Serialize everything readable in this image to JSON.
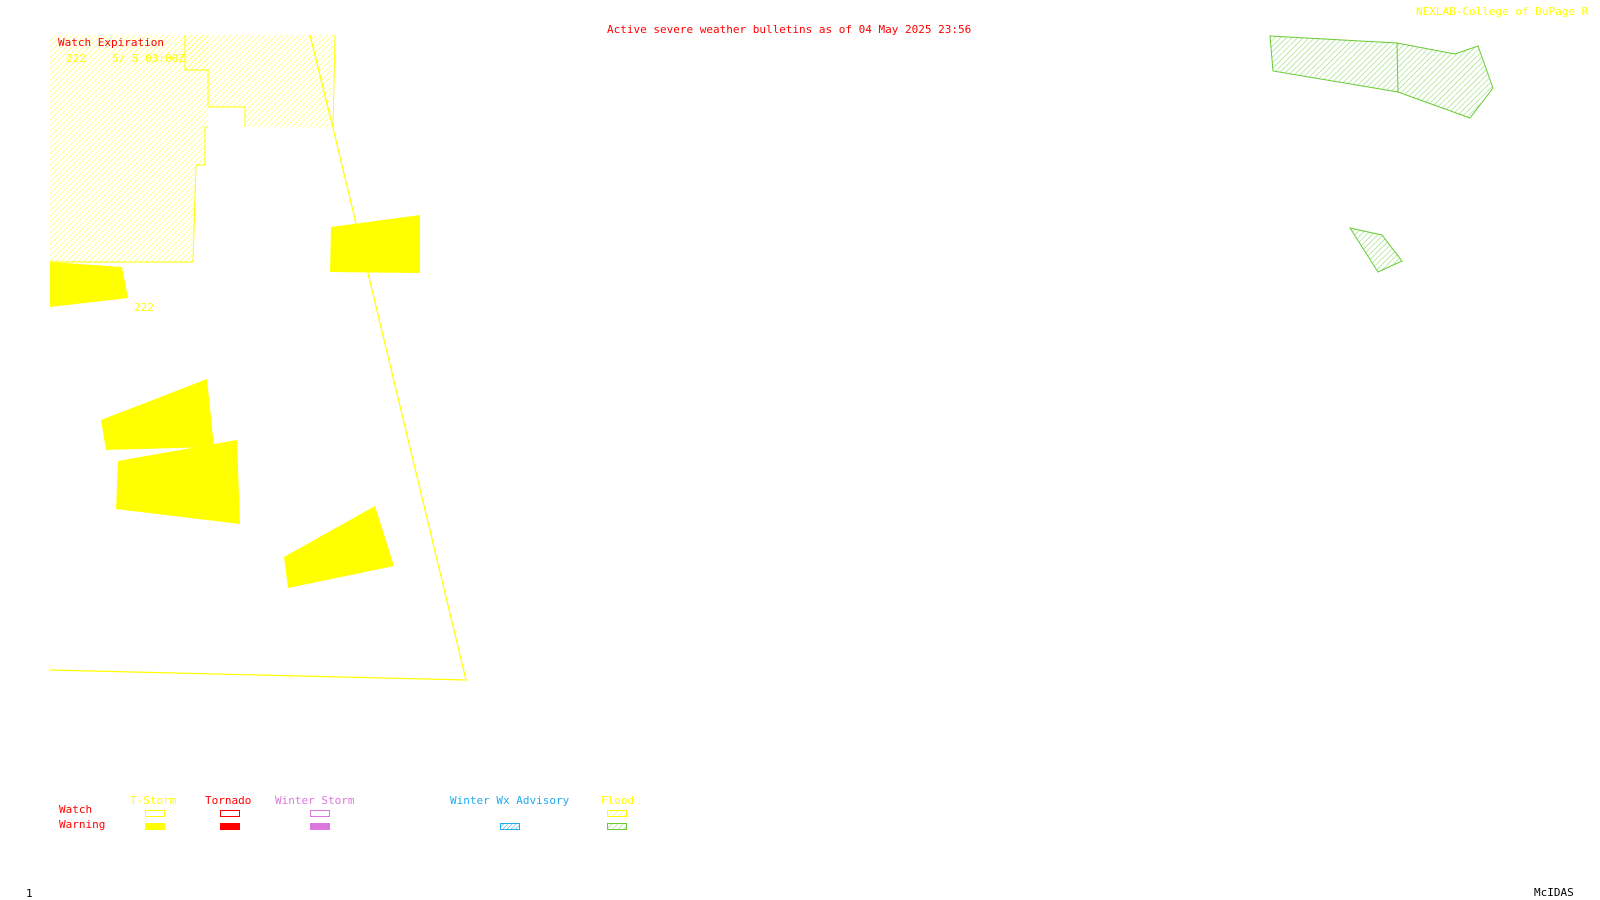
{
  "header": {
    "title": "Active severe weather bulletins as of 04 May 2025 23:56",
    "credit": "NEXLAB-College of DuPage R"
  },
  "watch_box": {
    "heading": "Watch Expiration",
    "number_label": "222",
    "expiration_label": "5/ 5 03:00Z"
  },
  "map_labels": {
    "watch_number": "222"
  },
  "legend": {
    "row_labels": [
      "Watch",
      "Warning"
    ],
    "columns": [
      {
        "label": "T-Storm",
        "color": "#ffff00"
      },
      {
        "label": "Tornado",
        "color": "#ff0000"
      },
      {
        "label": "Winter Storm",
        "color": "#dd77dd"
      },
      {
        "label": "Winter Wx Advisory",
        "color": "#22aaee"
      },
      {
        "label": "Flood",
        "color": "#ffff00"
      }
    ]
  },
  "footer": {
    "frame_number": "1",
    "software": "McIDAS"
  },
  "colors": {
    "watch_outline": "#ffff00",
    "tstorm_warning": "#ffff00",
    "tornado": "#ff0000",
    "winter_storm": "#dd77dd",
    "winter_advisory": "#22aaee",
    "flood_watch": "#ffff00",
    "flood_warning": "#66cc33"
  }
}
